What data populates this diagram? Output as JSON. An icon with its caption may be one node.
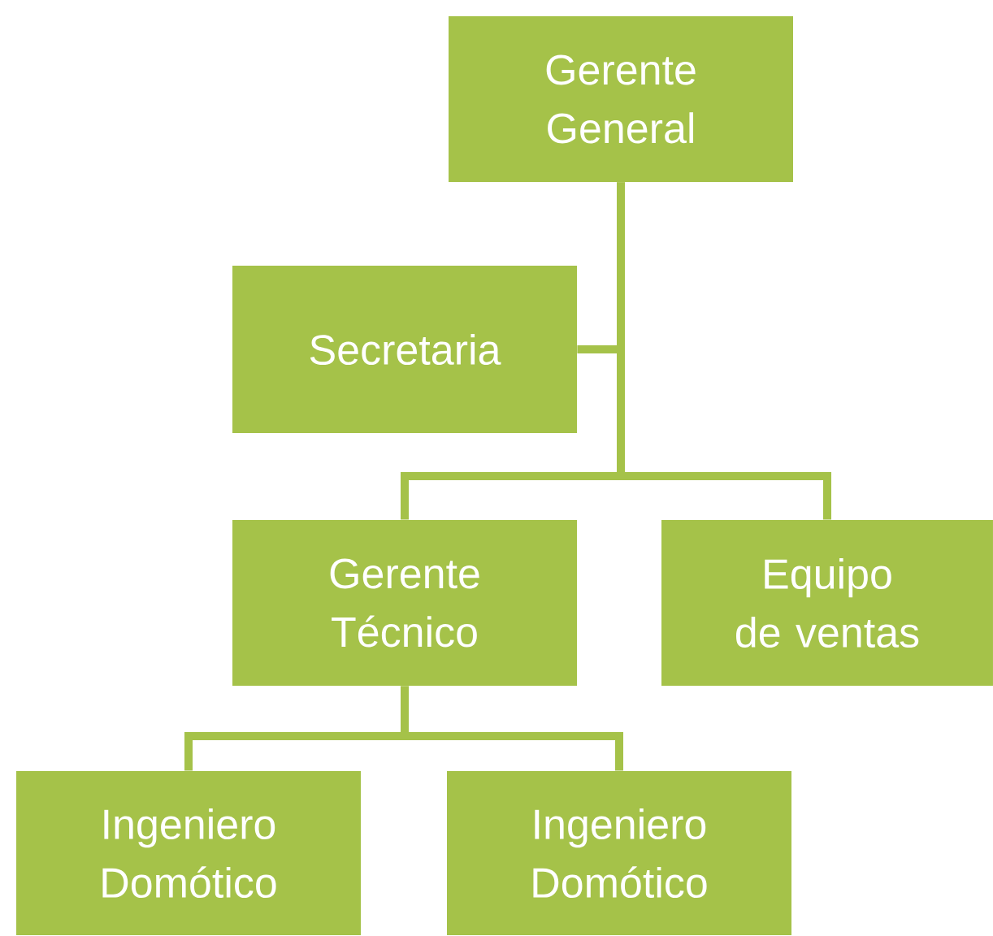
{
  "diagram": {
    "nodes": [
      {
        "text": [
          "Gerente General"
        ]
      },
      {
        "text": [
          "Secretaria"
        ]
      },
      {
        "text": [
          "Gerente Técnico"
        ]
      },
      {
        "text": [
          "Equipo de ventas"
        ]
      },
      {
        "text": [
          "Ingeniero Domótico"
        ]
      },
      {
        "text": [
          "Ingeniero Domótico"
        ]
      }
    ],
    "edges": [
      {
        "from": 0,
        "to": 1,
        "arrow": "none"
      },
      {
        "from": 0,
        "to": 2,
        "arrow": "none"
      },
      {
        "from": 0,
        "to": 3,
        "arrow": "none"
      },
      {
        "from": 2,
        "to": 4,
        "arrow": "none"
      },
      {
        "from": 2,
        "to": 5,
        "arrow": "none"
      }
    ]
  }
}
